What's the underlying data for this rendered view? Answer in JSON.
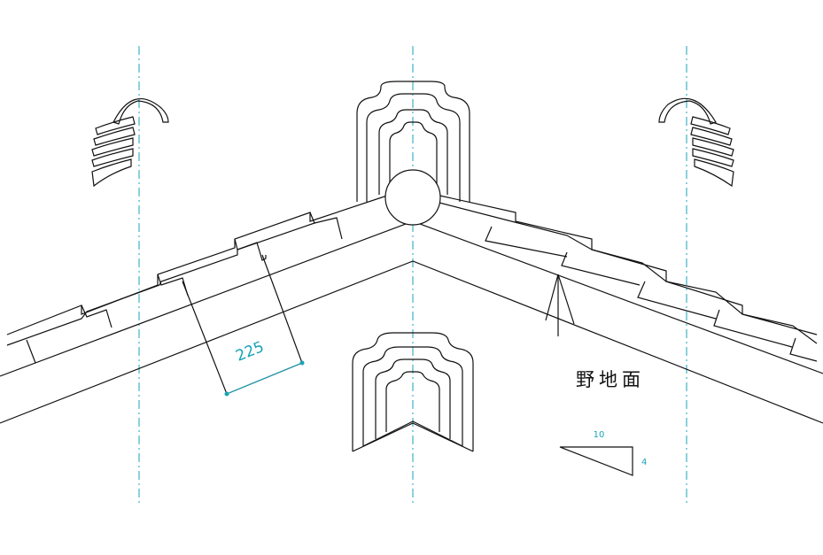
{
  "colors": {
    "ink": "#111111",
    "dimension": "#1aa3b8",
    "background": "#ffffff"
  },
  "labels": {
    "dimension_value": "225",
    "surface_label": "野地面",
    "pitch_run": "10",
    "pitch_rise": "4"
  }
}
